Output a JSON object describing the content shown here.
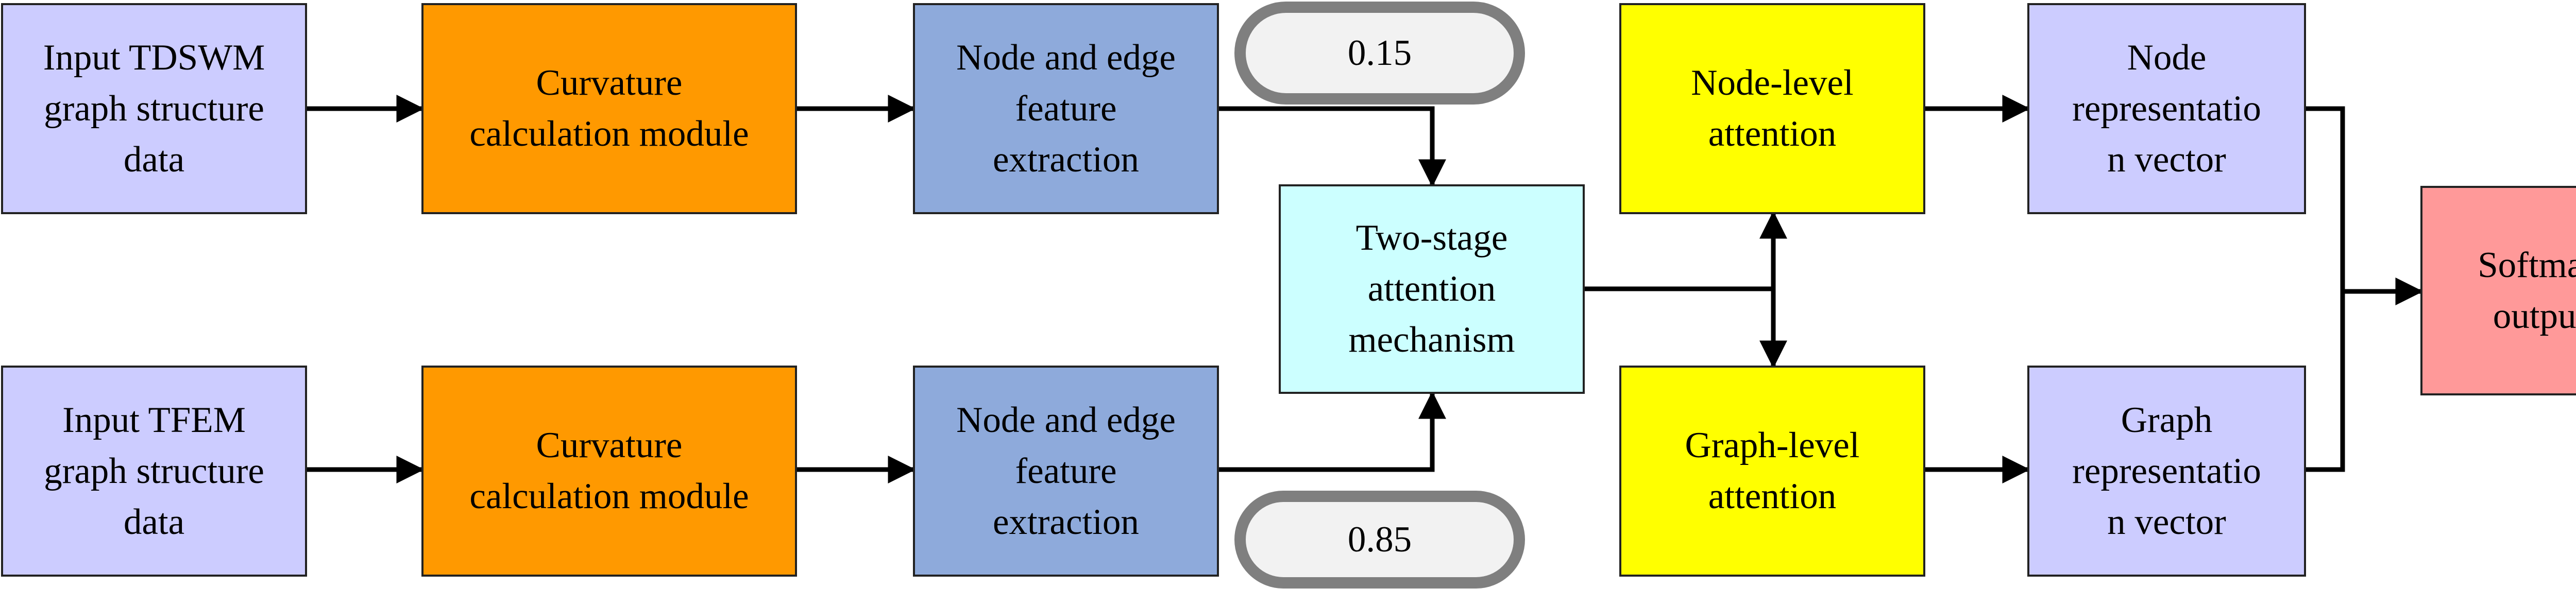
{
  "colors": {
    "lavender": "#ccccff",
    "orange": "#ff9900",
    "steel_blue": "#8eaadb",
    "cyan": "#ccffff",
    "yellow": "#ffff00",
    "salmon": "#ff9999",
    "weight_pill_fill": "#f2f2f2",
    "weight_pill_border": "#7f7f7f",
    "line": "#000000"
  },
  "nodes": {
    "input_tdswm": "Input TDSWM\ngraph structure\ndata",
    "curv_top": "Curvature\ncalculation module",
    "feat_top": "Node and edge\nfeature\nextraction",
    "input_tfem": "Input TFEM\ngraph structure\ndata",
    "curv_bottom": "Curvature\ncalculation module",
    "feat_bottom": "Node and edge\nfeature\nextraction",
    "two_stage": "Two-stage\nattention\nmechanism",
    "node_att": "Node-level\nattention",
    "graph_att": "Graph-level\nattention",
    "node_rep": "Node\nrepresentatio\nn vector",
    "graph_rep": "Graph\nrepresentatio\nn vector",
    "softmax": "Softmax\noutput"
  },
  "weights": {
    "top": "0.15",
    "bottom": "0.85"
  },
  "edges": [
    {
      "from": "input_tdswm",
      "to": "curv_top"
    },
    {
      "from": "curv_top",
      "to": "feat_top"
    },
    {
      "from": "feat_top",
      "to": "two_stage",
      "weight": "0.15"
    },
    {
      "from": "input_tfem",
      "to": "curv_bottom"
    },
    {
      "from": "curv_bottom",
      "to": "feat_bottom"
    },
    {
      "from": "feat_bottom",
      "to": "two_stage",
      "weight": "0.85"
    },
    {
      "from": "two_stage",
      "to": "node_att"
    },
    {
      "from": "two_stage",
      "to": "graph_att"
    },
    {
      "from": "node_att",
      "to": "node_rep"
    },
    {
      "from": "graph_att",
      "to": "graph_rep"
    },
    {
      "from": "node_rep",
      "to": "softmax"
    },
    {
      "from": "graph_rep",
      "to": "softmax"
    }
  ]
}
